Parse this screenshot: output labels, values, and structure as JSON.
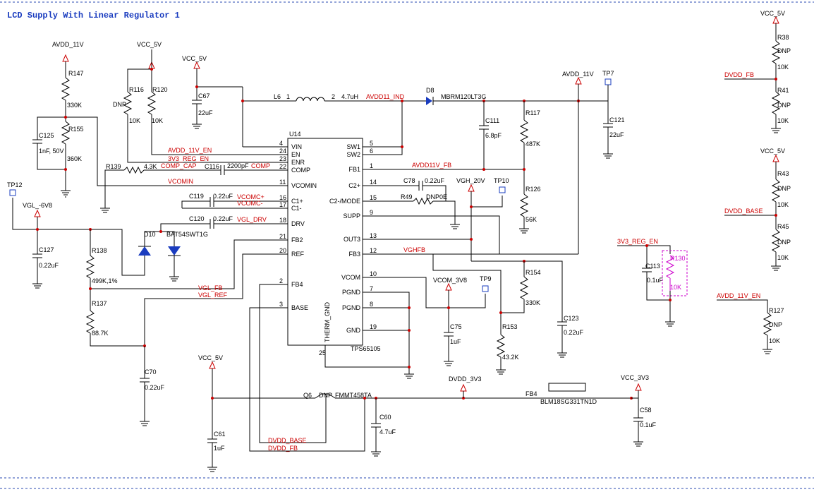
{
  "title": "LCD Supply With Linear Regulator 1",
  "ic": {
    "ref": "U14",
    "part": "TPS65105",
    "left_pins": [
      {
        "num": "4",
        "name": "VIN"
      },
      {
        "num": "24",
        "name": "EN"
      },
      {
        "num": "23",
        "name": "ENR"
      },
      {
        "num": "22",
        "name": "COMP"
      },
      {
        "num": "11",
        "name": "VCOMIN"
      },
      {
        "num": "16",
        "name": "C1+"
      },
      {
        "num": "17",
        "name": "C1-"
      },
      {
        "num": "18",
        "name": "DRV"
      },
      {
        "num": "21",
        "name": "FB2"
      },
      {
        "num": "20",
        "name": "REF"
      },
      {
        "num": "2",
        "name": "FB4"
      },
      {
        "num": "3",
        "name": "BASE"
      }
    ],
    "right_pins": [
      {
        "num": "5",
        "name": "SW1"
      },
      {
        "num": "6",
        "name": "SW2"
      },
      {
        "num": "1",
        "name": "FB1"
      },
      {
        "num": "14",
        "name": "C2+"
      },
      {
        "num": "15",
        "name": "C2-/MODE"
      },
      {
        "num": "9",
        "name": "SUPP"
      },
      {
        "num": "13",
        "name": "OUT3"
      },
      {
        "num": "12",
        "name": "FB3"
      },
      {
        "num": "10",
        "name": "VCOM"
      },
      {
        "num": "7",
        "name": "PGND"
      },
      {
        "num": "8",
        "name": "PGND"
      },
      {
        "num": "19",
        "name": "GND"
      }
    ],
    "bottom_pin": {
      "num": "25",
      "name": "THERM_GND"
    }
  },
  "power_labels": {
    "avdd_11v_a": "AVDD_11V",
    "vcc_5v_a": "VCC_5V",
    "vcc_5v_b": "VCC_5V",
    "avdd_11v_b": "AVDD_11V",
    "vgl_6v8": "VGL_-6V8",
    "vgh_20v": "VGH_20V",
    "vcom_3v8": "VCOM_3V8",
    "vcc_5v_c": "VCC_5V",
    "dvdd_3v3": "DVDD_3V3",
    "vcc_3v3": "VCC_3V3",
    "vcc_5v_r1": "VCC_5V",
    "vcc_5v_r2": "VCC_5V"
  },
  "test_points": {
    "tp7": "TP7",
    "tp12": "TP12",
    "tp10": "TP10",
    "tp9": "TP9"
  },
  "nets": {
    "avdd_11v_en": "AVDD_11V_EN",
    "reg_en": "3V3_REG_EN",
    "comp_cap": "COMP_CAP",
    "comp": "COMP",
    "vcomin": "VCOMIN",
    "vcomc_p": "VCOMC+",
    "vcomc_n": "VCOMC-",
    "vgl_drv": "VGL_DRV",
    "vgl_fb": "VGL_FB",
    "vgl_ref": "VGL_REF",
    "avdd11_ind": "AVDD11_IND",
    "avdd11v_fb": "AVDD11V_FB",
    "vghfb": "VGHFB",
    "dvdd_base": "DVDD_BASE",
    "dvdd_fb": "DVDD_FB",
    "r_dvdd_fb": "DVDD_FB",
    "r_dvdd_base": "DVDD_BASE",
    "r_reg_en": "3V3_REG_EN",
    "r_avdd_11v_en": "AVDD_11V_EN"
  },
  "parts": {
    "r147": {
      "ref": "R147",
      "val": "330K"
    },
    "r155": {
      "ref": "R155",
      "val": "360K"
    },
    "c125": {
      "ref": "C125",
      "val": "1nF, 50V"
    },
    "r116": {
      "ref": "R116",
      "val": "10K",
      "dnp": "DNP"
    },
    "r120": {
      "ref": "R120",
      "val": "10K"
    },
    "c67": {
      "ref": "C67",
      "val": "22uF"
    },
    "l6": {
      "ref": "L6",
      "val": "4.7uH",
      "p1": "1",
      "p2": "2"
    },
    "d8": {
      "ref": "D8",
      "val": "MBRM120LT3G"
    },
    "c111": {
      "ref": "C111",
      "val": "6.8pF"
    },
    "r117": {
      "ref": "R117",
      "val": "487K"
    },
    "c121": {
      "ref": "C121",
      "val": "22uF"
    },
    "r126": {
      "ref": "R126",
      "val": "56K"
    },
    "r139": {
      "ref": "R139",
      "val": "4.3K"
    },
    "c116": {
      "ref": "C116",
      "val": "2200pF"
    },
    "c119": {
      "ref": "C119",
      "val": "0.22uF"
    },
    "c120": {
      "ref": "C120",
      "val": "0.22uF"
    },
    "c127": {
      "ref": "C127",
      "val": "0.22uF"
    },
    "d10": {
      "ref": "D10",
      "val": "BAT54SWT1G"
    },
    "r138": {
      "ref": "R138",
      "val": "499K,1%"
    },
    "r137": {
      "ref": "R137",
      "val": "88.7K"
    },
    "c70": {
      "ref": "C70",
      "val": "0.22uF"
    },
    "c78": {
      "ref": "C78",
      "val": "0.22uF"
    },
    "r49": {
      "ref": "R49",
      "val": "DNP0E"
    },
    "r154": {
      "ref": "R154",
      "val": "330K"
    },
    "c123": {
      "ref": "C123",
      "val": "0.22uF"
    },
    "c75": {
      "ref": "C75",
      "val": "1uF"
    },
    "r153": {
      "ref": "R153",
      "val": "43.2K"
    },
    "q6": {
      "ref": "Q6",
      "val": "FMMT458TA",
      "dnp": "DNP"
    },
    "c61": {
      "ref": "C61",
      "val": "1uF"
    },
    "c60": {
      "ref": "C60",
      "val": "4.7uF"
    },
    "fb4": {
      "ref": "FB4",
      "val": "BLM18SG331TN1D"
    },
    "c58": {
      "ref": "C58",
      "val": "0.1uF"
    },
    "r38": {
      "ref": "R38",
      "val": "10K",
      "dnp": "DNP"
    },
    "r41": {
      "ref": "R41",
      "val": "10K",
      "dnp": "DNP"
    },
    "r43": {
      "ref": "R43",
      "val": "10K",
      "dnp": "DNP"
    },
    "r45": {
      "ref": "R45",
      "val": "10K",
      "dnp": "DNP"
    },
    "c113": {
      "ref": "C113",
      "val": "0.1uF"
    },
    "r130": {
      "ref": "R130",
      "val": "10K"
    },
    "r127": {
      "ref": "R127",
      "val": "10K",
      "dnp": "DNP"
    }
  }
}
